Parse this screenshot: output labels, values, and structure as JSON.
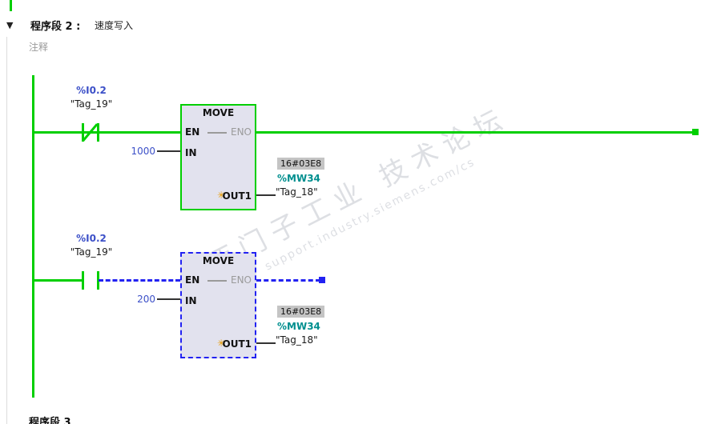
{
  "header": {
    "collapse_icon": "▼",
    "label": "程序段 2 :",
    "title": "速度写入"
  },
  "comment": "注释",
  "rungs": [
    {
      "contact": {
        "address": "%I0.2",
        "tag": "\"Tag_19\"",
        "type": "NC"
      },
      "block": {
        "title": "MOVE",
        "en": "EN",
        "eno": "ENO",
        "in": "IN",
        "out": "OUT1"
      },
      "in_value": "1000",
      "output": {
        "monitor": "16#03E8",
        "address": "%MW34",
        "tag": "\"Tag_18\""
      }
    },
    {
      "contact": {
        "address": "%I0.2",
        "tag": "\"Tag_19\"",
        "type": "NO"
      },
      "block": {
        "title": "MOVE",
        "en": "EN",
        "eno": "ENO",
        "in": "IN",
        "out": "OUT1"
      },
      "in_value": "200",
      "output": {
        "monitor": "16#03E8",
        "address": "%MW34",
        "tag": "\"Tag_18\""
      }
    }
  ],
  "icons": {
    "sparkle": "✳"
  },
  "watermark": {
    "line1": "西门子工业 技术论坛",
    "line2": "support.industry.siemens.com/cs"
  },
  "next_network": {
    "label": "程序段 3"
  },
  "colors": {
    "power_flow_green": "#00CF00",
    "no_flow_blue": "#2222F2",
    "operand_blue": "#3C50C8",
    "memory_teal": "#008F8F",
    "monitor_badge_bg": "#C4C4C4",
    "block_fill": "#E2E2EE"
  }
}
